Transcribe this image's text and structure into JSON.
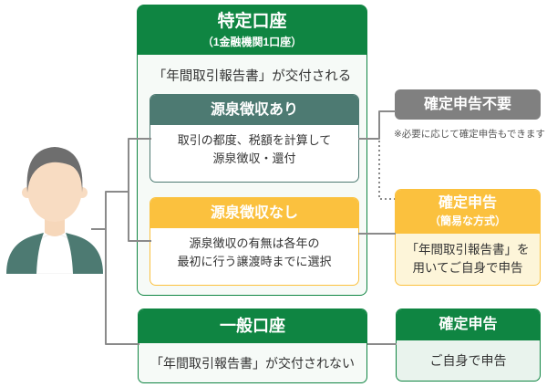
{
  "icons": {
    "avatar": "person-icon"
  },
  "colors": {
    "green": "#0f8542",
    "teal": "#4d7a72",
    "yellow": "#fbc13e",
    "gray_badge": "#808080",
    "connector": "#8a8a8a",
    "light_green_bg": "#f6faf7",
    "light_yellow_bg": "#fdf5d9"
  },
  "specified_account": {
    "title": "特定口座",
    "subtitle": "（1金融機関1口座）",
    "description": "「年間取引報告書」が交付される",
    "with_withholding": {
      "title": "源泉徴収あり",
      "desc_line1": "取引の都度、税額を計算して",
      "desc_line2": "源泉徴収・還付"
    },
    "without_withholding": {
      "title": "源泉徴収なし",
      "desc_line1": "源泉徴収の有無は各年の",
      "desc_line2": "最初に行う譲渡時までに選択"
    }
  },
  "no_filing": {
    "title": "確定申告不要",
    "note": "※必要に応じて確定申告もできます"
  },
  "simplified_filing": {
    "title": "確定申告",
    "subtitle": "（簡易な方式）",
    "desc_line1": "「年間取引報告書」を",
    "desc_line2": "用いてご自身で申告"
  },
  "general_account": {
    "title": "一般口座",
    "description": "「年間取引報告書」が交付されない"
  },
  "self_filing": {
    "title": "確定申告",
    "description": "ご自身で申告"
  }
}
